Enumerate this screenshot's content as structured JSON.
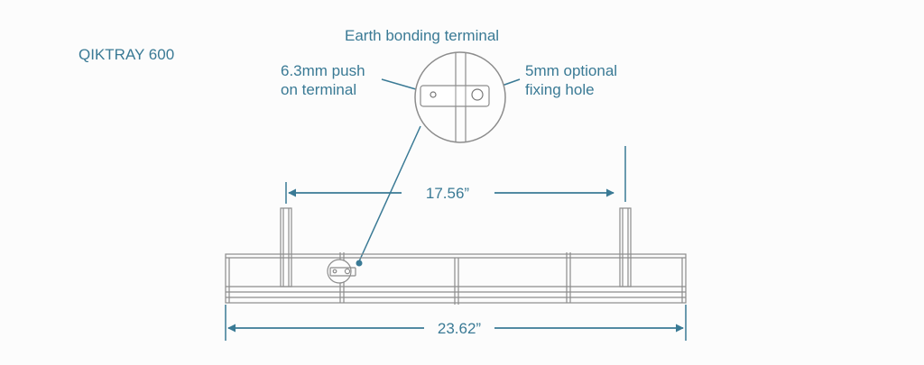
{
  "product_name": "QIKTRAY 600",
  "detail_title": "Earth bonding terminal",
  "callouts": {
    "push_terminal": [
      "6.3mm push",
      "on terminal"
    ],
    "fixing_hole": [
      "5mm optional",
      "fixing hole"
    ]
  },
  "dimensions": {
    "inner_span": "17.56”",
    "overall_width": "23.62”"
  },
  "colors": {
    "accent": "#3a7a95",
    "line": "#8c8c8c",
    "background": "#fcfcfc"
  }
}
